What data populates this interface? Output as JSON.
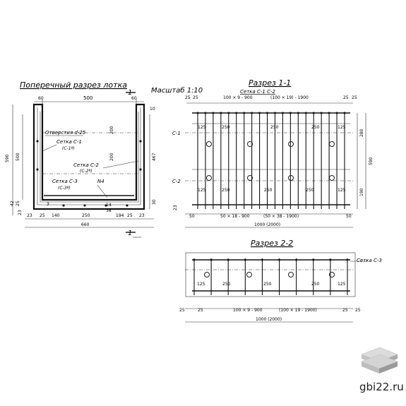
{
  "labels": {
    "cross_section_title": "Поперечный разрез лотка",
    "scale": "Масштаб 1:10",
    "section_1_title": "Разрез 1-1",
    "section_2_title": "Разрез 2-2",
    "mesh_c1_c2": "Сетка С-1   С-2",
    "mesh_c3": "Сетка С-3",
    "holes": "Отверстия d-25",
    "mesh_c1": "Сетка С-1",
    "mesh_c1_alt": "(С-1ª)",
    "mesh_c2": "Сетка С-2",
    "mesh_c2_alt": "(С-2ª)",
    "mesh_c3_left": "Сетка С-3",
    "mesh_c3_alt": "(С-3ª)",
    "n4": "N4",
    "marker_1": "1",
    "marker_c1": "С-1",
    "marker_c2": "С-2"
  },
  "dims_cross": {
    "top_60_left": "60",
    "top_500": "500",
    "top_60_right": "60",
    "right_10": "10",
    "height_590": "590",
    "h_500": "500",
    "inner_200": "200",
    "inner_200b": "200",
    "h_467": "467",
    "h_30": "30",
    "left_25": "25",
    "left_42": "42",
    "left_23": "23",
    "b_23a": "23",
    "b_25a": "25",
    "b_140": "140",
    "b_250": "250",
    "b_194": "194",
    "b_25b": "25",
    "b_23b": "23",
    "b_660": "660",
    "b_14": "14",
    "b_38": "38",
    "b_3": "3"
  },
  "dims_s11": {
    "top_25a": "25",
    "top_25b": "25",
    "top_formula": "100 × 9 - 900",
    "top_formula2": "(100 × 19) - 1900",
    "top_25c": "25",
    "top_25d": "25",
    "row1": [
      "125",
      "250",
      "250",
      "250",
      "125"
    ],
    "row2": [
      "125",
      "250",
      "250",
      "250",
      "125"
    ],
    "right_280": "280",
    "right_590": "590",
    "right_190": "190",
    "left_23": "23",
    "bot_50a": "50",
    "bot_formula": "50 × 18 - 900",
    "bot_formula2": "(50 × 38 - 1900)",
    "bot_50b": "50",
    "bot_total": "1000 (2000)"
  },
  "dims_s22": {
    "row": [
      "125",
      "250",
      "250",
      "250",
      "125"
    ],
    "bot_25a": "25",
    "bot_25b": "25",
    "bot_formula": "100 × 9 - 900",
    "bot_formula2": "(100 × 19 - 1900)",
    "bot_25c": "25",
    "bot_25d": "25",
    "bot_total": "1000 (2000)"
  },
  "watermark": {
    "site": "gbi22.ru"
  },
  "colors": {
    "ink": "#111111",
    "logo_light": "#d9d9d9",
    "logo_mid": "#bdbdbd",
    "logo_dark": "#9a9a9a"
  }
}
